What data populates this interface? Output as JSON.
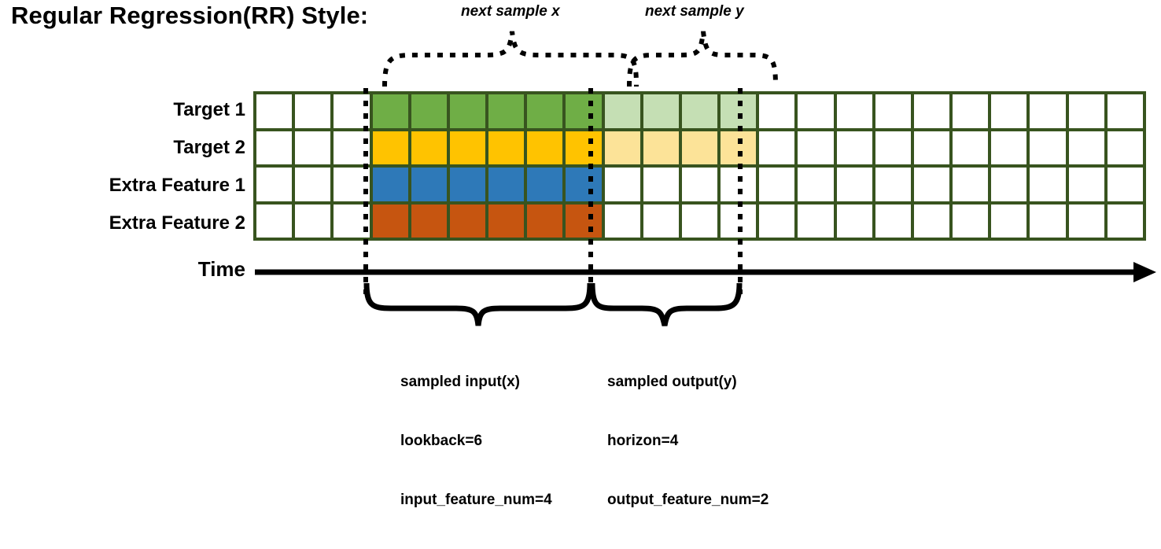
{
  "title": "Regular Regression(RR) Style:",
  "callouts": {
    "x": "next sample x",
    "y": "next sample y"
  },
  "rows": [
    {
      "label": "Target 1",
      "key": "target-1"
    },
    {
      "label": "Target 2",
      "key": "target-2"
    },
    {
      "label": "Extra Feature 1",
      "key": "extra-feature-1"
    },
    {
      "label": "Extra Feature 2",
      "key": "extra-feature-2"
    }
  ],
  "axis": {
    "label": "Time"
  },
  "annotations": {
    "input": {
      "line1": "sampled input(x)",
      "line2": "lookback=6",
      "line3": "input_feature_num=4"
    },
    "output": {
      "line1": "sampled output(y)",
      "line2": "horizon=4",
      "line3": "output_feature_num=2"
    }
  },
  "colors": {
    "grid_border": "#38541F",
    "empty": "#ffffff",
    "target1_input": "#6FAE46",
    "target1_output": "#C5DFB4",
    "target2_input": "#FFC300",
    "target2_output": "#FCE398",
    "extra1_input": "#2E79B8",
    "extra2_input": "#C65510",
    "line": "#000000"
  },
  "grid": {
    "columns": 23,
    "rows": 4,
    "lead_empty_cols": 3,
    "input_cols": 6,
    "output_cols": 4,
    "trail_empty_cols": 10,
    "cells": [
      [
        "empty",
        "empty",
        "empty",
        "target1_input",
        "target1_input",
        "target1_input",
        "target1_input",
        "target1_input",
        "target1_input",
        "target1_output",
        "target1_output",
        "target1_output",
        "target1_output",
        "empty",
        "empty",
        "empty",
        "empty",
        "empty",
        "empty",
        "empty",
        "empty",
        "empty",
        "empty"
      ],
      [
        "empty",
        "empty",
        "empty",
        "target2_input",
        "target2_input",
        "target2_input",
        "target2_input",
        "target2_input",
        "target2_input",
        "target2_output",
        "target2_output",
        "target2_output",
        "target2_output",
        "empty",
        "empty",
        "empty",
        "empty",
        "empty",
        "empty",
        "empty",
        "empty",
        "empty",
        "empty"
      ],
      [
        "empty",
        "empty",
        "empty",
        "extra1_input",
        "extra1_input",
        "extra1_input",
        "extra1_input",
        "extra1_input",
        "extra1_input",
        "empty",
        "empty",
        "empty",
        "empty",
        "empty",
        "empty",
        "empty",
        "empty",
        "empty",
        "empty",
        "empty",
        "empty",
        "empty",
        "empty"
      ],
      [
        "empty",
        "empty",
        "empty",
        "extra2_input",
        "extra2_input",
        "extra2_input",
        "extra2_input",
        "extra2_input",
        "extra2_input",
        "empty",
        "empty",
        "empty",
        "empty",
        "empty",
        "empty",
        "empty",
        "empty",
        "empty",
        "empty",
        "empty",
        "empty",
        "empty",
        "empty"
      ]
    ]
  }
}
